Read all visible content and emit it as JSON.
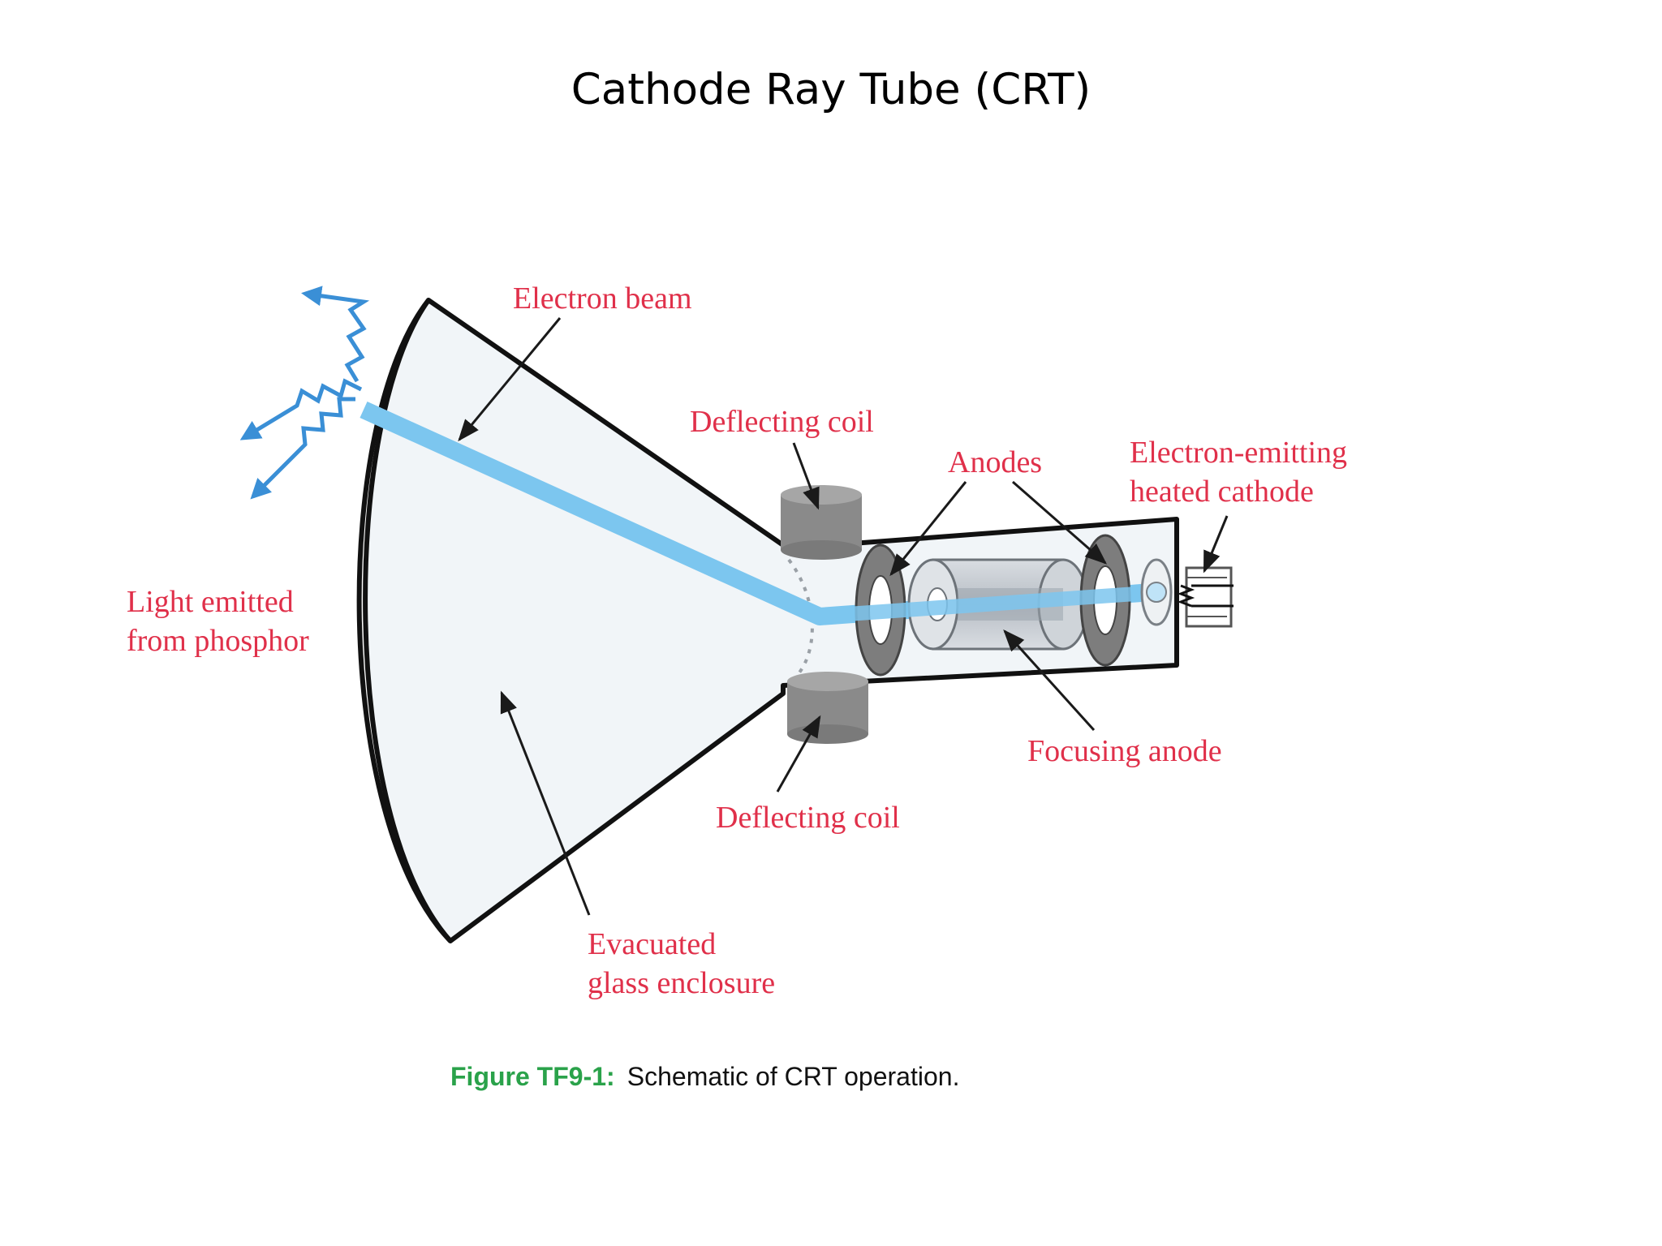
{
  "slide": {
    "title": "Cathode Ray Tube (CRT)"
  },
  "diagram": {
    "labels": {
      "electron_beam": "Electron beam",
      "deflecting_coil_top": "Deflecting coil",
      "anodes": "Anodes",
      "cathode_line1": "Electron-emitting",
      "cathode_line2": "heated cathode",
      "light_line1": "Light emitted",
      "light_line2": "from phosphor",
      "focusing_anode": "Focusing anode",
      "deflecting_coil_bottom": "Deflecting coil",
      "enclosure_line1": "Evacuated",
      "enclosure_line2": "glass enclosure"
    },
    "caption": {
      "figure_id": "Figure TF9-1:",
      "text": "Schematic of CRT operation."
    },
    "colors": {
      "label": "#e0304a",
      "beam": "#7cc6ef",
      "light_rays": "#3a8fd6",
      "glass_fill": "#f1f5f8",
      "coil": "#8a8a8a",
      "caption_id": "#2aa24a"
    }
  }
}
